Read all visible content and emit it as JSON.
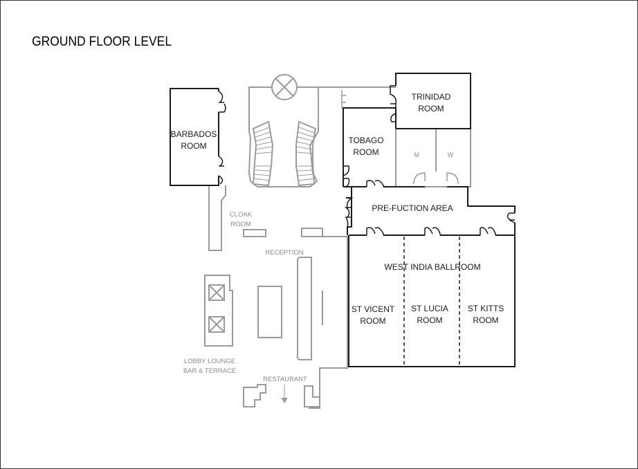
{
  "title": "GROUND FLOOR LEVEL",
  "colors": {
    "wall_dark": "#1a1a1a",
    "wall_grey": "#9a9a9a",
    "label_grey": "#8a8a8a",
    "background": "#ffffff"
  },
  "rooms": {
    "barbados": [
      "BARBADOS",
      "ROOM"
    ],
    "trinidad": [
      "TRINIDAD",
      "ROOM"
    ],
    "tobago": [
      "TOBAGO",
      "ROOM"
    ],
    "restroom_m": "M",
    "restroom_w": "W",
    "prefunction": "PRE-FUCTION AREA",
    "ballroom": "WEST INDIA BALLROOM",
    "st_vicent": [
      "ST VICENT",
      "ROOM"
    ],
    "st_lucia": [
      "ST LUCIA",
      "ROOM"
    ],
    "st_kitts": [
      "ST KITTS",
      "ROOM"
    ]
  },
  "areas": {
    "cloak": [
      "CLOAK",
      "ROOM"
    ],
    "reception": "RECEPTION",
    "lobby": [
      "LOBBY LOUNGE",
      "BAR & TERRACE"
    ],
    "restaurant": "RESTAURANT"
  }
}
